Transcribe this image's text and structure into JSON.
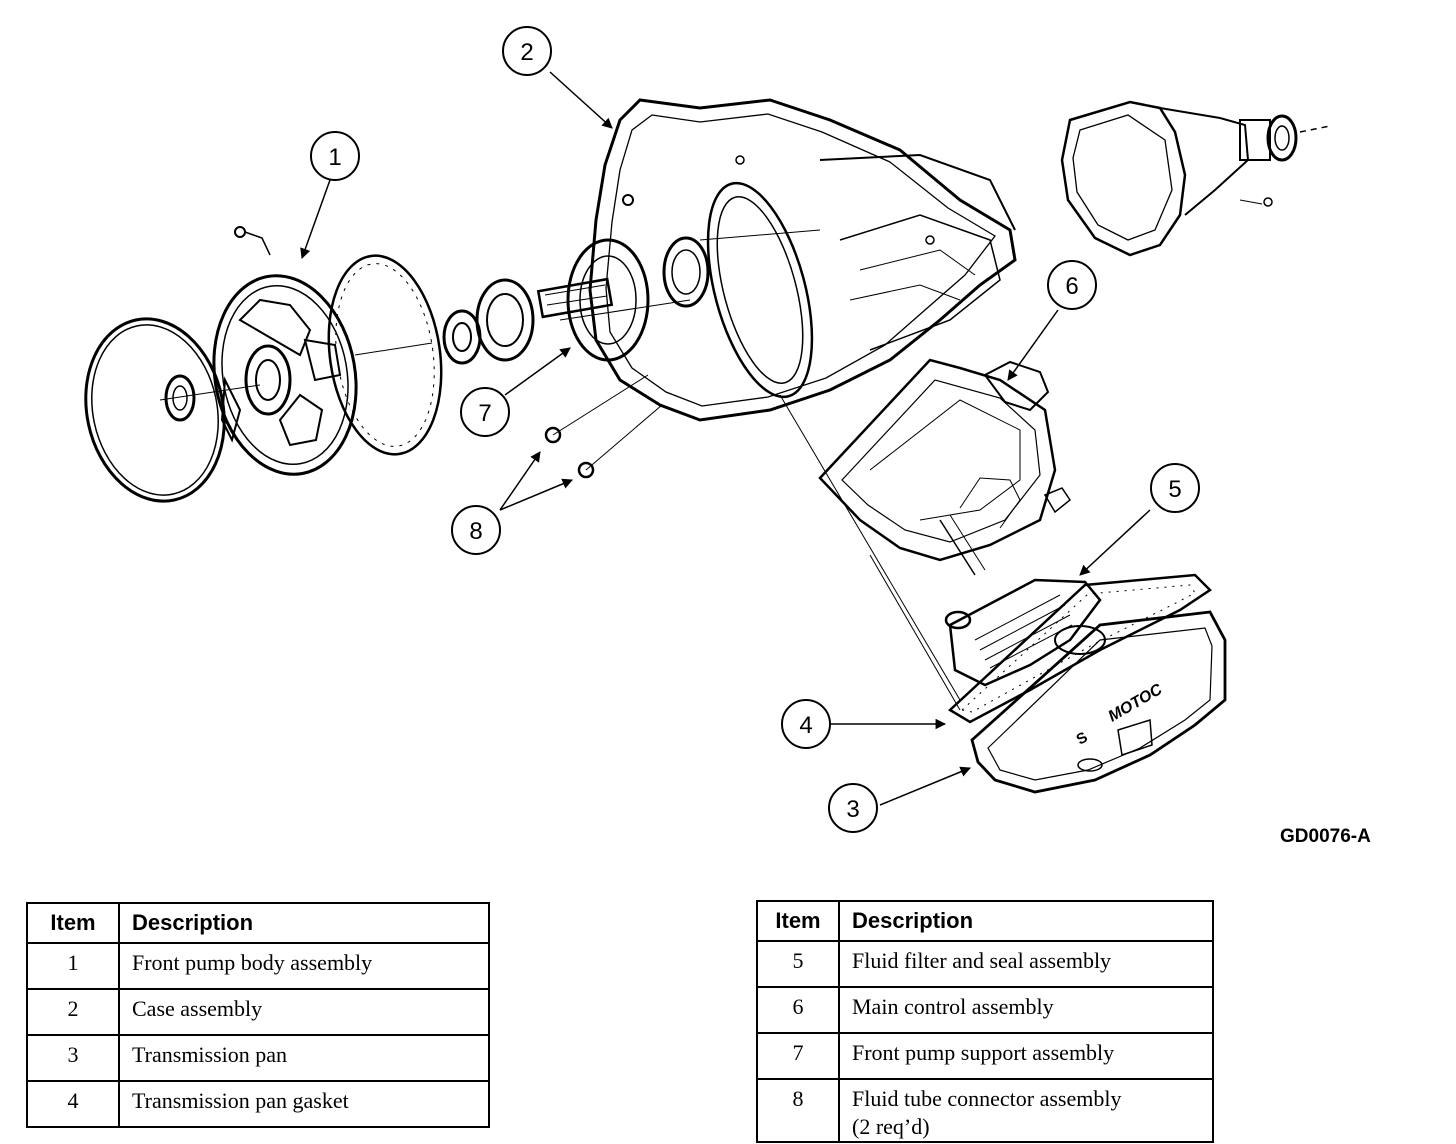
{
  "callouts": [
    "1",
    "2",
    "3",
    "4",
    "5",
    "6",
    "7",
    "8"
  ],
  "figure_code": "GD0076-A",
  "pan_markings": {
    "brand": "MOTOC",
    "letter": "S"
  },
  "table_left": {
    "headers": [
      "Item",
      "Description"
    ],
    "rows": [
      {
        "item": "1",
        "description": "Front pump body assembly"
      },
      {
        "item": "2",
        "description": "Case assembly"
      },
      {
        "item": "3",
        "description": "Transmission pan"
      },
      {
        "item": "4",
        "description": "Transmission pan gasket"
      }
    ]
  },
  "table_right": {
    "headers": [
      "Item",
      "Description"
    ],
    "rows": [
      {
        "item": "5",
        "description": "Fluid filter and seal assembly"
      },
      {
        "item": "6",
        "description": "Main control assembly"
      },
      {
        "item": "7",
        "description": "Front pump support assembly"
      },
      {
        "item": "8",
        "description": "Fluid tube connector assembly",
        "description_2": "(2 req’d)"
      }
    ]
  }
}
